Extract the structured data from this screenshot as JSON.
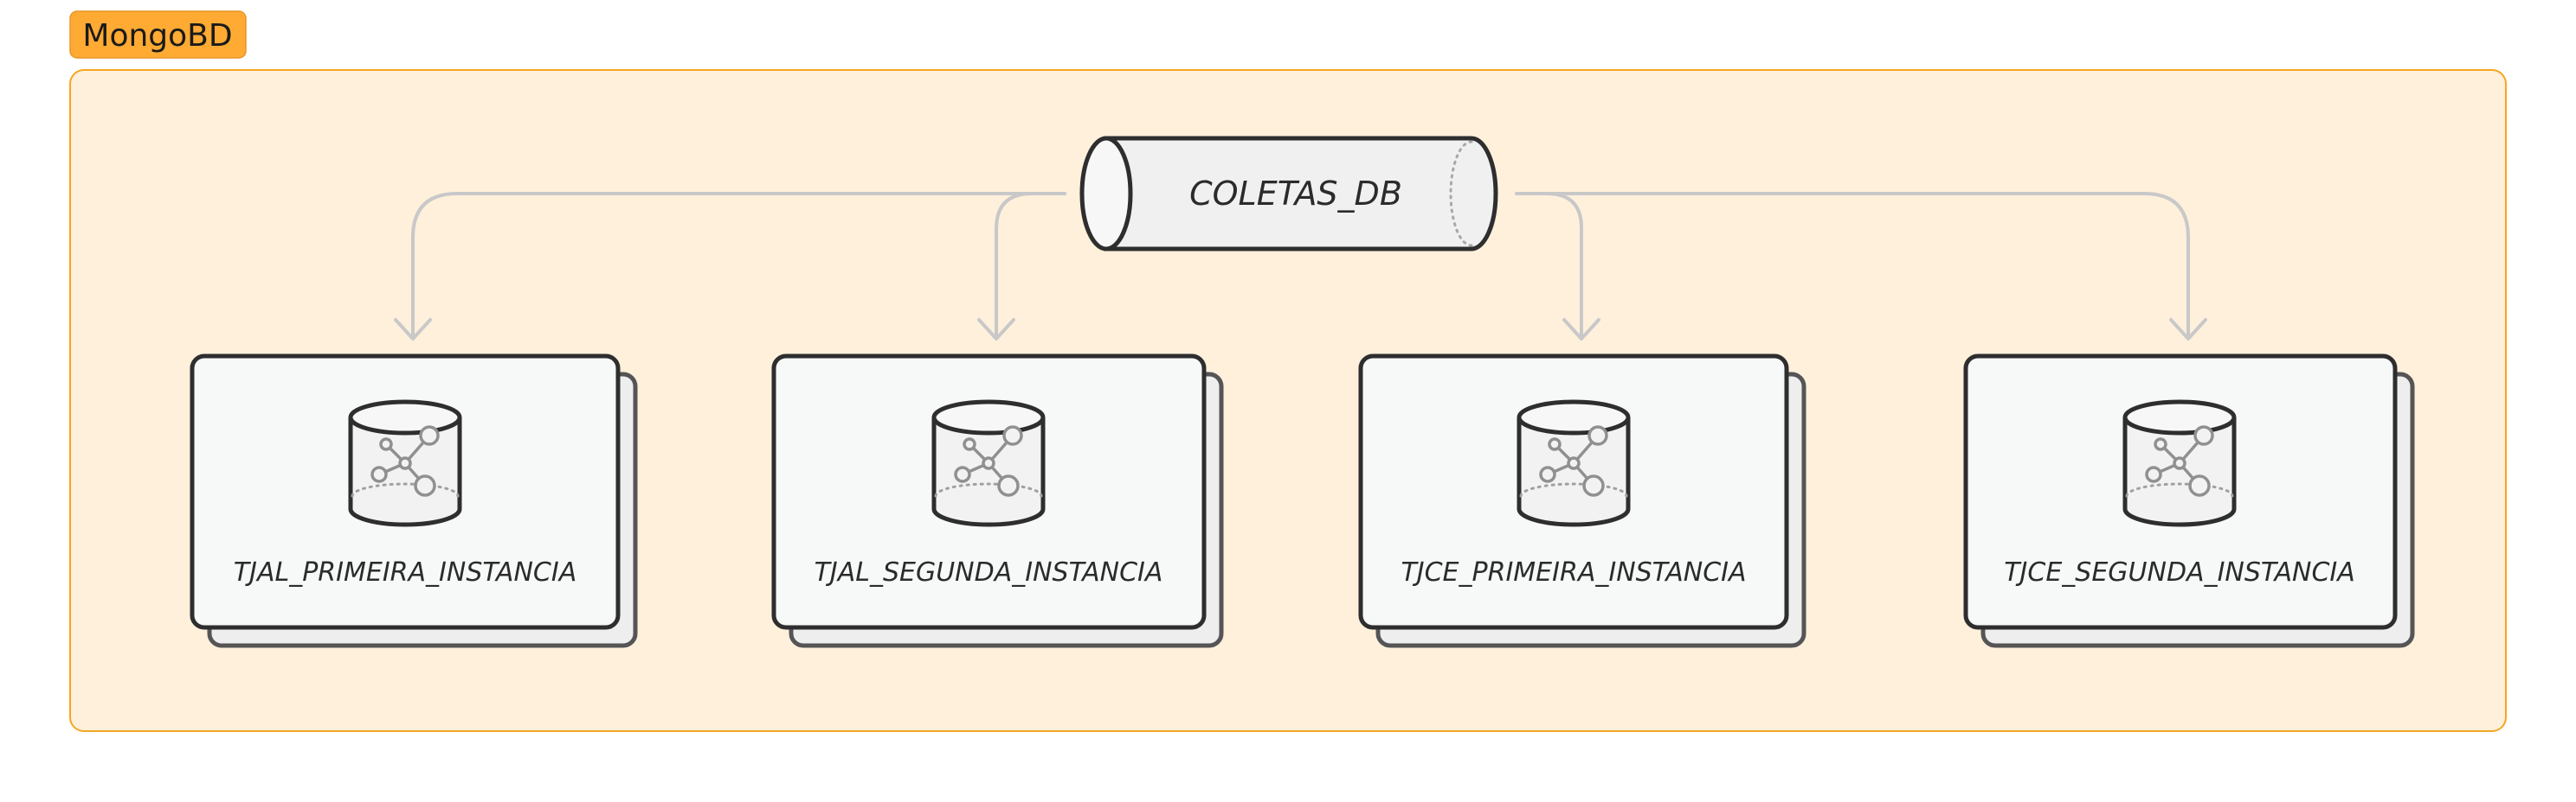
{
  "group": {
    "label": "MongoBD",
    "label_color": "#FFAA33",
    "fill_color": "#FFF0DC",
    "border_color": "#F5A623"
  },
  "root": {
    "label": "COLETAS_DB",
    "icon": "cylinder-icon"
  },
  "collections": [
    {
      "label": "TJAL_PRIMEIRA_INSTANCIA",
      "icon": "mongodb-collection-icon"
    },
    {
      "label": "TJAL_SEGUNDA_INSTANCIA",
      "icon": "mongodb-collection-icon"
    },
    {
      "label": "TJCE_PRIMEIRA_INSTANCIA",
      "icon": "mongodb-collection-icon"
    },
    {
      "label": "TJCE_SEGUNDA_INSTANCIA",
      "icon": "mongodb-collection-icon"
    }
  ],
  "colors": {
    "edge": "#C8C8C8",
    "node_stroke": "#2E2E2E",
    "node_fill": "#F7F8F8",
    "shadow_fill": "#EEEEEE",
    "icon_gray": "#909090"
  }
}
